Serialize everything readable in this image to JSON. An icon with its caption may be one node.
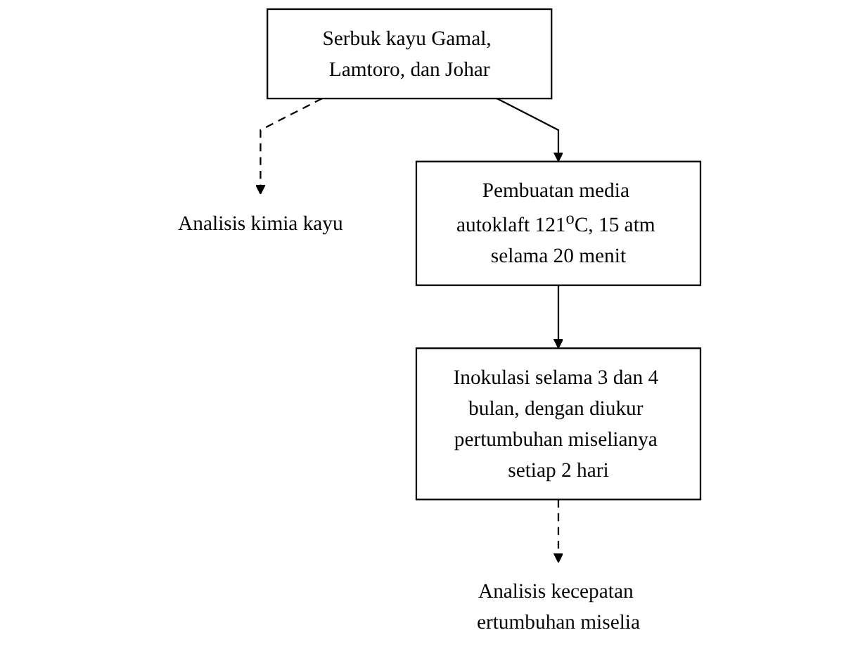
{
  "diagram": {
    "nodes": [
      {
        "text": [
          "Analisis kimia kayu"
        ]
      },
      {
        "text": [
          "Serbuk kayu Gamal, Lamtoro, dan Johar"
        ]
      },
      {
        "text": [
          "Pembuatan media autoklaft 121$^{o}$C, 15 atm selama 20 menit"
        ]
      },
      {
        "text": [
          "Analisis kecepatan ertumbuhan miselia"
        ]
      },
      {
        "text": [
          "Inokulasi selama 3 dan 4 bulan, dengan diukur pertumbuhan miselianya setiap 2 hari"
        ]
      }
    ],
    "edges": [
      {
        "from": 1,
        "to": 0,
        "arrow": "to",
        "style": "dashed"
      },
      {
        "from": 1,
        "to": 2,
        "arrow": "to"
      },
      {
        "from": 2,
        "to": 4,
        "arrow": "to"
      },
      {
        "from": 4,
        "to": 3,
        "arrow": "to",
        "style": "dashed"
      }
    ]
  }
}
